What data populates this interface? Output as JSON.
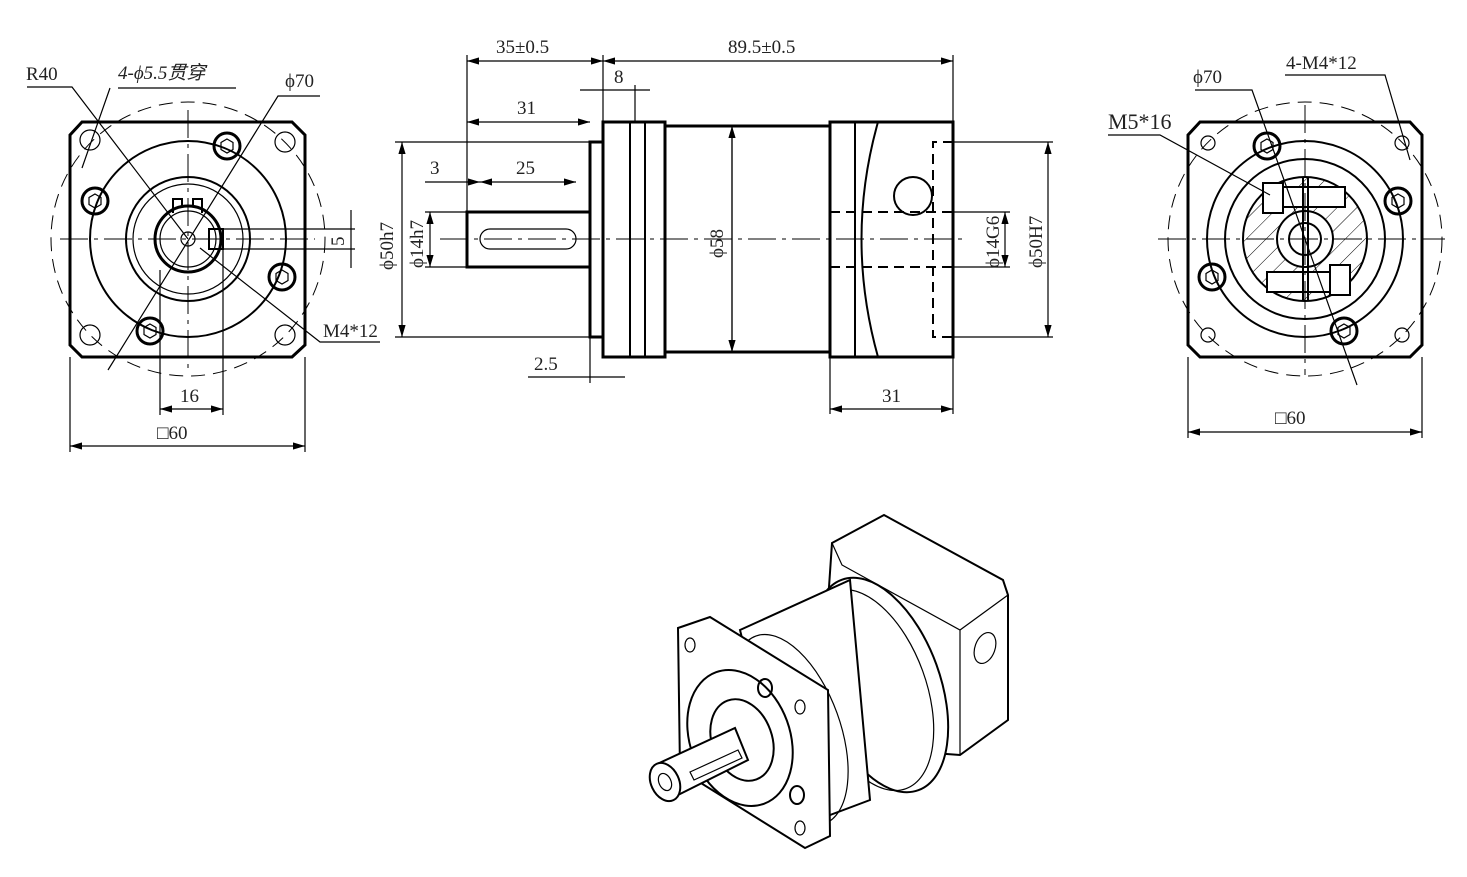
{
  "front_view": {
    "radius_label": "R40",
    "through_holes_label": "4-ϕ5.5贯穿",
    "pcd_label": "ϕ70",
    "key_width_label": "5",
    "screw_label": "M4*12",
    "key_offset_label": "16",
    "square_label": "□60"
  },
  "side_view": {
    "shaft_length_label": "35±0.5",
    "body_length_label": "89.5±0.5",
    "flange_thickness_label": "8",
    "shaft_key_span_label": "31",
    "key_start_label": "3",
    "key_length_label": "25",
    "pilot_diameter_label": "ϕ50h7",
    "shaft_diameter_label": "ϕ14h7",
    "body_diameter_label": "ϕ58",
    "input_bore_label": "ϕ14G6",
    "input_pilot_label": "ϕ50H7",
    "pilot_depth_label": "2.5",
    "rear_length_label": "31"
  },
  "rear_view": {
    "pcd_label": "ϕ70",
    "tapped_holes_label": "4-M4*12",
    "clamp_screw_label": "M5*16",
    "square_label": "□60"
  }
}
